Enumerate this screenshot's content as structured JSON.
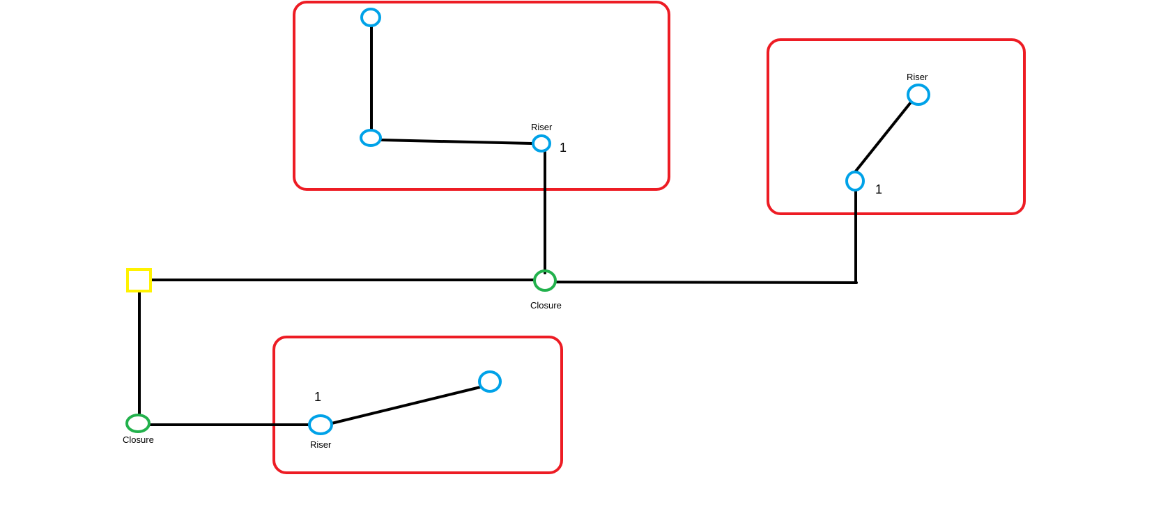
{
  "colors": {
    "line": "#000000",
    "group_box": "#ed1c24",
    "riser_node": "#00a2e8",
    "closure_node": "#22b14c",
    "source_node": "#fff200"
  },
  "labels": {
    "riser_top": "Riser",
    "riser_right": "Riser",
    "riser_bottom": "Riser",
    "closure_center": "Closure",
    "closure_left": "Closure",
    "num_top": "1",
    "num_right": "1",
    "num_bottom": "1"
  }
}
